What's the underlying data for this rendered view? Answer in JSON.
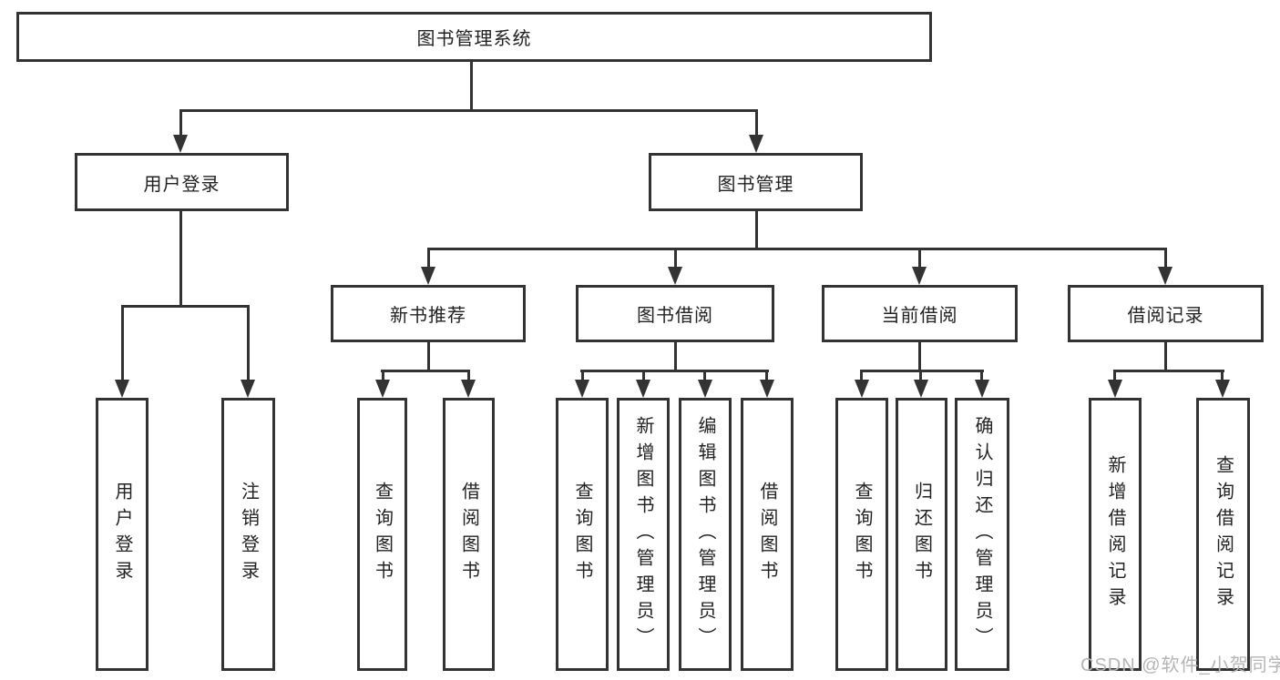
{
  "colors": {
    "line": "#333333",
    "text": "#222222",
    "background": "#ffffff",
    "watermark_color": "#b5b5b5"
  },
  "diagram": {
    "title": "图书管理系统",
    "branches": [
      {
        "label": "用户登录",
        "children": [
          {
            "label": "用户登录"
          },
          {
            "label": "注销登录"
          }
        ]
      },
      {
        "label": "图书管理",
        "children": [
          {
            "label": "新书推荐",
            "children": [
              {
                "label": "查询图书"
              },
              {
                "label": "借阅图书"
              }
            ]
          },
          {
            "label": "图书借阅",
            "children": [
              {
                "label": "查询图书"
              },
              {
                "label": "新增图书（管理员）"
              },
              {
                "label": "编辑图书（管理员）"
              },
              {
                "label": "借阅图书"
              }
            ]
          },
          {
            "label": "当前借阅",
            "children": [
              {
                "label": "查询图书"
              },
              {
                "label": "归还图书"
              },
              {
                "label": "确认归还（管理员）"
              }
            ]
          },
          {
            "label": "借阅记录",
            "children": [
              {
                "label": "新增借阅记录"
              },
              {
                "label": "查询借阅记录"
              }
            ]
          }
        ]
      }
    ]
  },
  "watermark": {
    "text": "CSDN @软件_小贺同学"
  }
}
